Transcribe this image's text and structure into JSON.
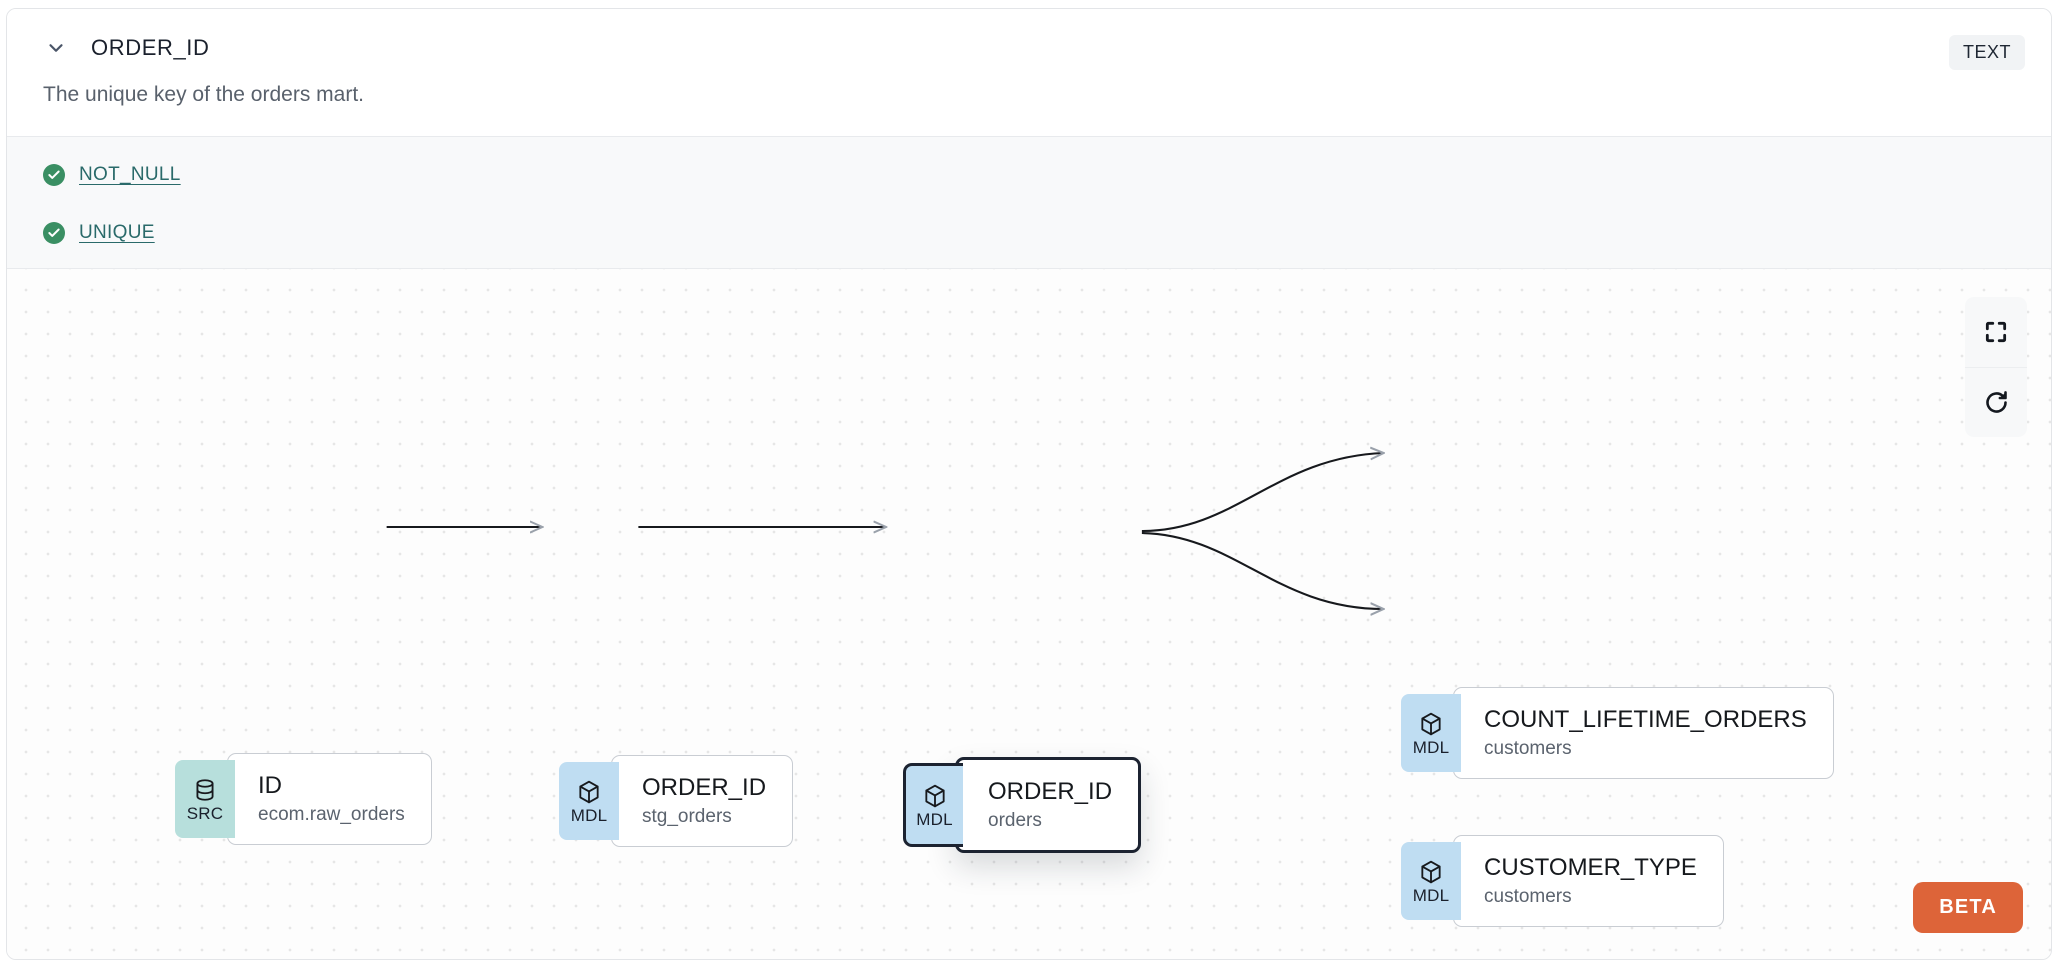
{
  "header": {
    "collapse_icon": "chevron-down-icon",
    "column_name": "ORDER_ID",
    "type_badge": "TEXT",
    "description": "The unique key of the orders mart."
  },
  "tests": [
    {
      "status_icon": "check-circle-icon",
      "label": "NOT_NULL"
    },
    {
      "status_icon": "check-circle-icon",
      "label": "UNIQUE"
    }
  ],
  "lineage": {
    "nodes": [
      {
        "id": "src-id",
        "badge": "SRC",
        "badge_icon": "database-icon",
        "name": "ID",
        "subtitle": "ecom.raw_orders",
        "selected": false
      },
      {
        "id": "stg-order-id",
        "badge": "MDL",
        "badge_icon": "cube-icon",
        "name": "ORDER_ID",
        "subtitle": "stg_orders",
        "selected": false
      },
      {
        "id": "orders-order-id",
        "badge": "MDL",
        "badge_icon": "cube-icon",
        "name": "ORDER_ID",
        "subtitle": "orders",
        "selected": true
      },
      {
        "id": "count-lifetime",
        "badge": "MDL",
        "badge_icon": "cube-icon",
        "name": "COUNT_LIFETIME_ORDERS",
        "subtitle": "customers",
        "selected": false
      },
      {
        "id": "customer-type",
        "badge": "MDL",
        "badge_icon": "cube-icon",
        "name": "CUSTOMER_TYPE",
        "subtitle": "customers",
        "selected": false
      }
    ],
    "edges": [
      {
        "from": "src-id",
        "to": "stg-order-id"
      },
      {
        "from": "stg-order-id",
        "to": "orders-order-id"
      },
      {
        "from": "orders-order-id",
        "to": "count-lifetime"
      },
      {
        "from": "orders-order-id",
        "to": "customer-type"
      }
    ],
    "controls": [
      {
        "name": "fullscreen-icon",
        "label": ""
      },
      {
        "name": "refresh-icon",
        "label": ""
      }
    ],
    "beta_label": "BETA"
  },
  "colors": {
    "src_badge": "#b7dfdc",
    "mdl_badge": "#bfddf2",
    "test_pass": "#3a8f63",
    "link": "#2a6a6a",
    "beta": "#dd6439",
    "selected_border": "#1c2331"
  }
}
